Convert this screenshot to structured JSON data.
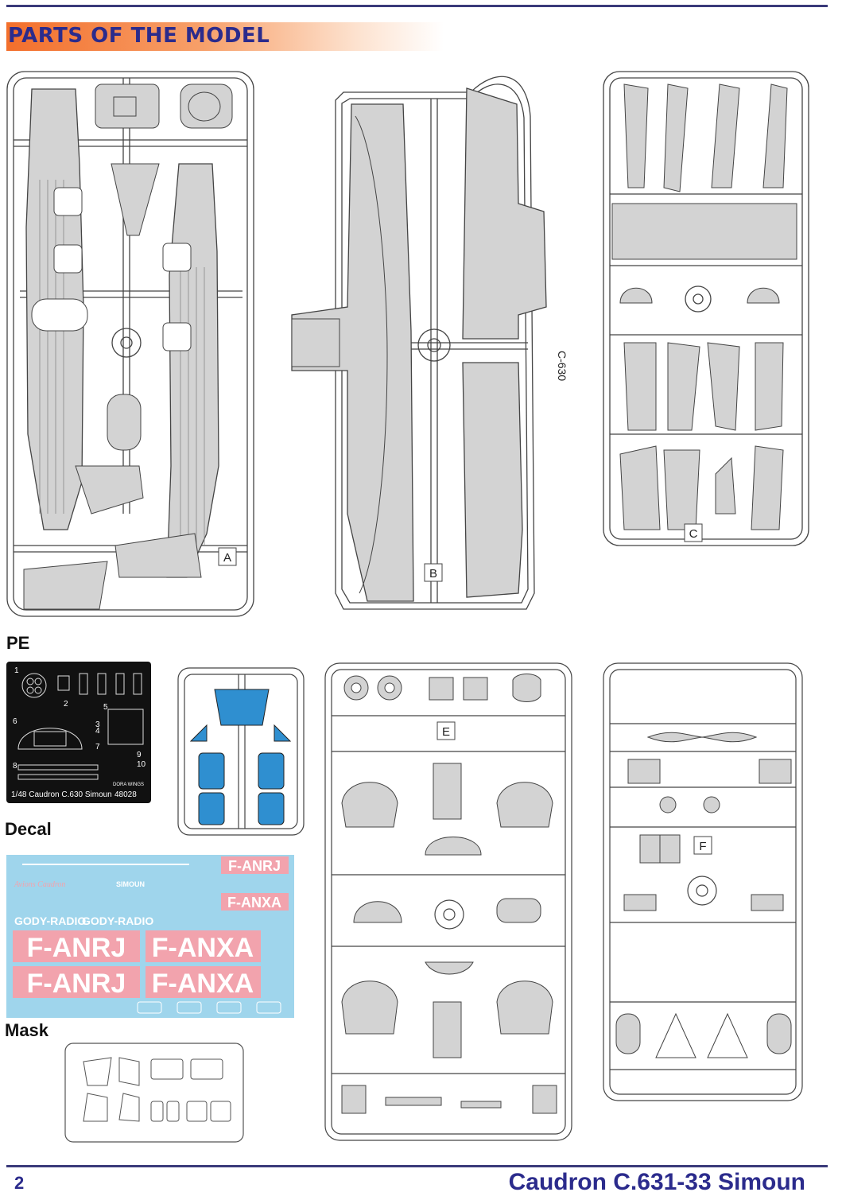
{
  "header": {
    "title": "PARTS OF THE MODEL"
  },
  "sections": {
    "pe": "PE",
    "decal": "Decal",
    "mask": "Mask"
  },
  "sprues": {
    "a": "A",
    "b": "B",
    "c": "C",
    "e": "E",
    "f": "F"
  },
  "pe_sheet": {
    "caption": "1/48 Caudron C.630 Simoun",
    "code": "48028",
    "brand": "DORA WINGS"
  },
  "decal": {
    "reg1": "F-ANRJ",
    "reg2": "F-ANXA",
    "radio": "GODY-RADIO",
    "simoun": "SIMOUN",
    "script": "Avions Caudron"
  },
  "footer": {
    "page": "2",
    "model": "Caudron C.631-33 Simoun"
  },
  "colors": {
    "accent": "#2b2b8c",
    "part": "#d3d3d3",
    "pe": "#111111",
    "decal_bg": "#9fd5ec",
    "decal_pink": "#f2a3ad",
    "clear_blue": "#2f8fd0"
  }
}
